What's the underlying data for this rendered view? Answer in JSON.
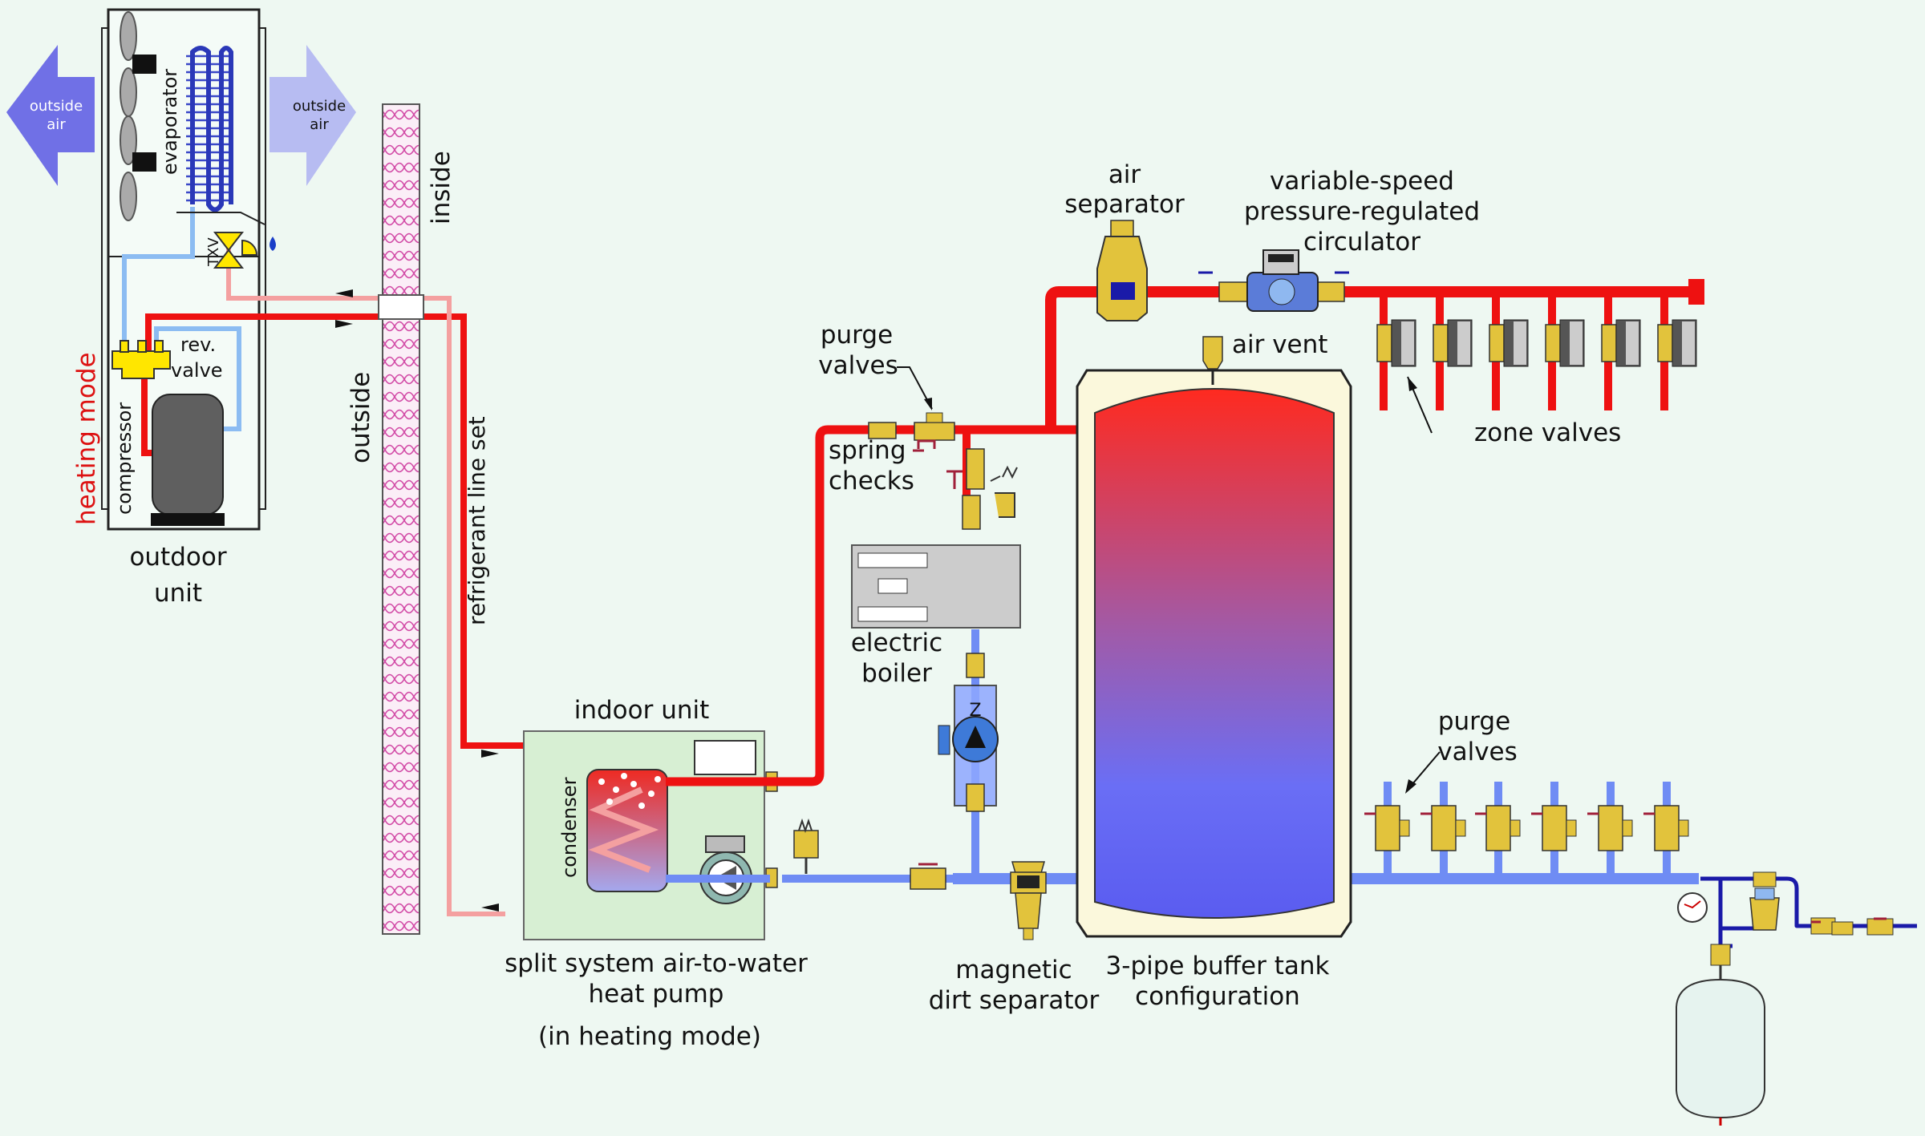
{
  "labels": {
    "outside_air_left": [
      "outside",
      "air"
    ],
    "outside_air_right": [
      "outside",
      "air"
    ],
    "evaporator": "evaporator",
    "txv": "TXV",
    "rev_valve": [
      "rev.",
      "valve"
    ],
    "compressor": "compressor",
    "heating_mode": "heating mode",
    "outdoor_unit": [
      "outdoor",
      "unit"
    ],
    "inside": "inside",
    "outside": "outside",
    "refrigerant_line_set": "refrigerant line set",
    "indoor_unit": "indoor unit",
    "condenser": "condenser",
    "heat_pump": [
      "split system air-to-water",
      "heat pump"
    ],
    "in_heating_mode": "(in heating mode)",
    "purge_valves_top": [
      "purge",
      "valves"
    ],
    "spring_checks": [
      "spring",
      "checks"
    ],
    "electric_boiler": [
      "electric",
      "boiler"
    ],
    "air_separator": [
      "air",
      "separator"
    ],
    "circulator": [
      "variable-speed",
      "pressure-regulated",
      "circulator"
    ],
    "air_vent": "air vent",
    "zone_valves": "zone valves",
    "purge_valves_bottom": [
      "purge",
      "valves"
    ],
    "magnetic_dirt_separator": [
      "magnetic",
      "dirt separator"
    ],
    "buffer_tank": [
      "3-pipe buffer tank",
      "configuration"
    ]
  },
  "colors": {
    "hot_pipe": "#ee1111",
    "cold_pipe": "#6f8cf4",
    "refrigerant_cold": "#8cbcf2",
    "refrigerant_warm": "#f4a0a0",
    "brass": "#e2c33c",
    "heating_mode_text": "#dd1111",
    "background": "#eef8f2"
  }
}
